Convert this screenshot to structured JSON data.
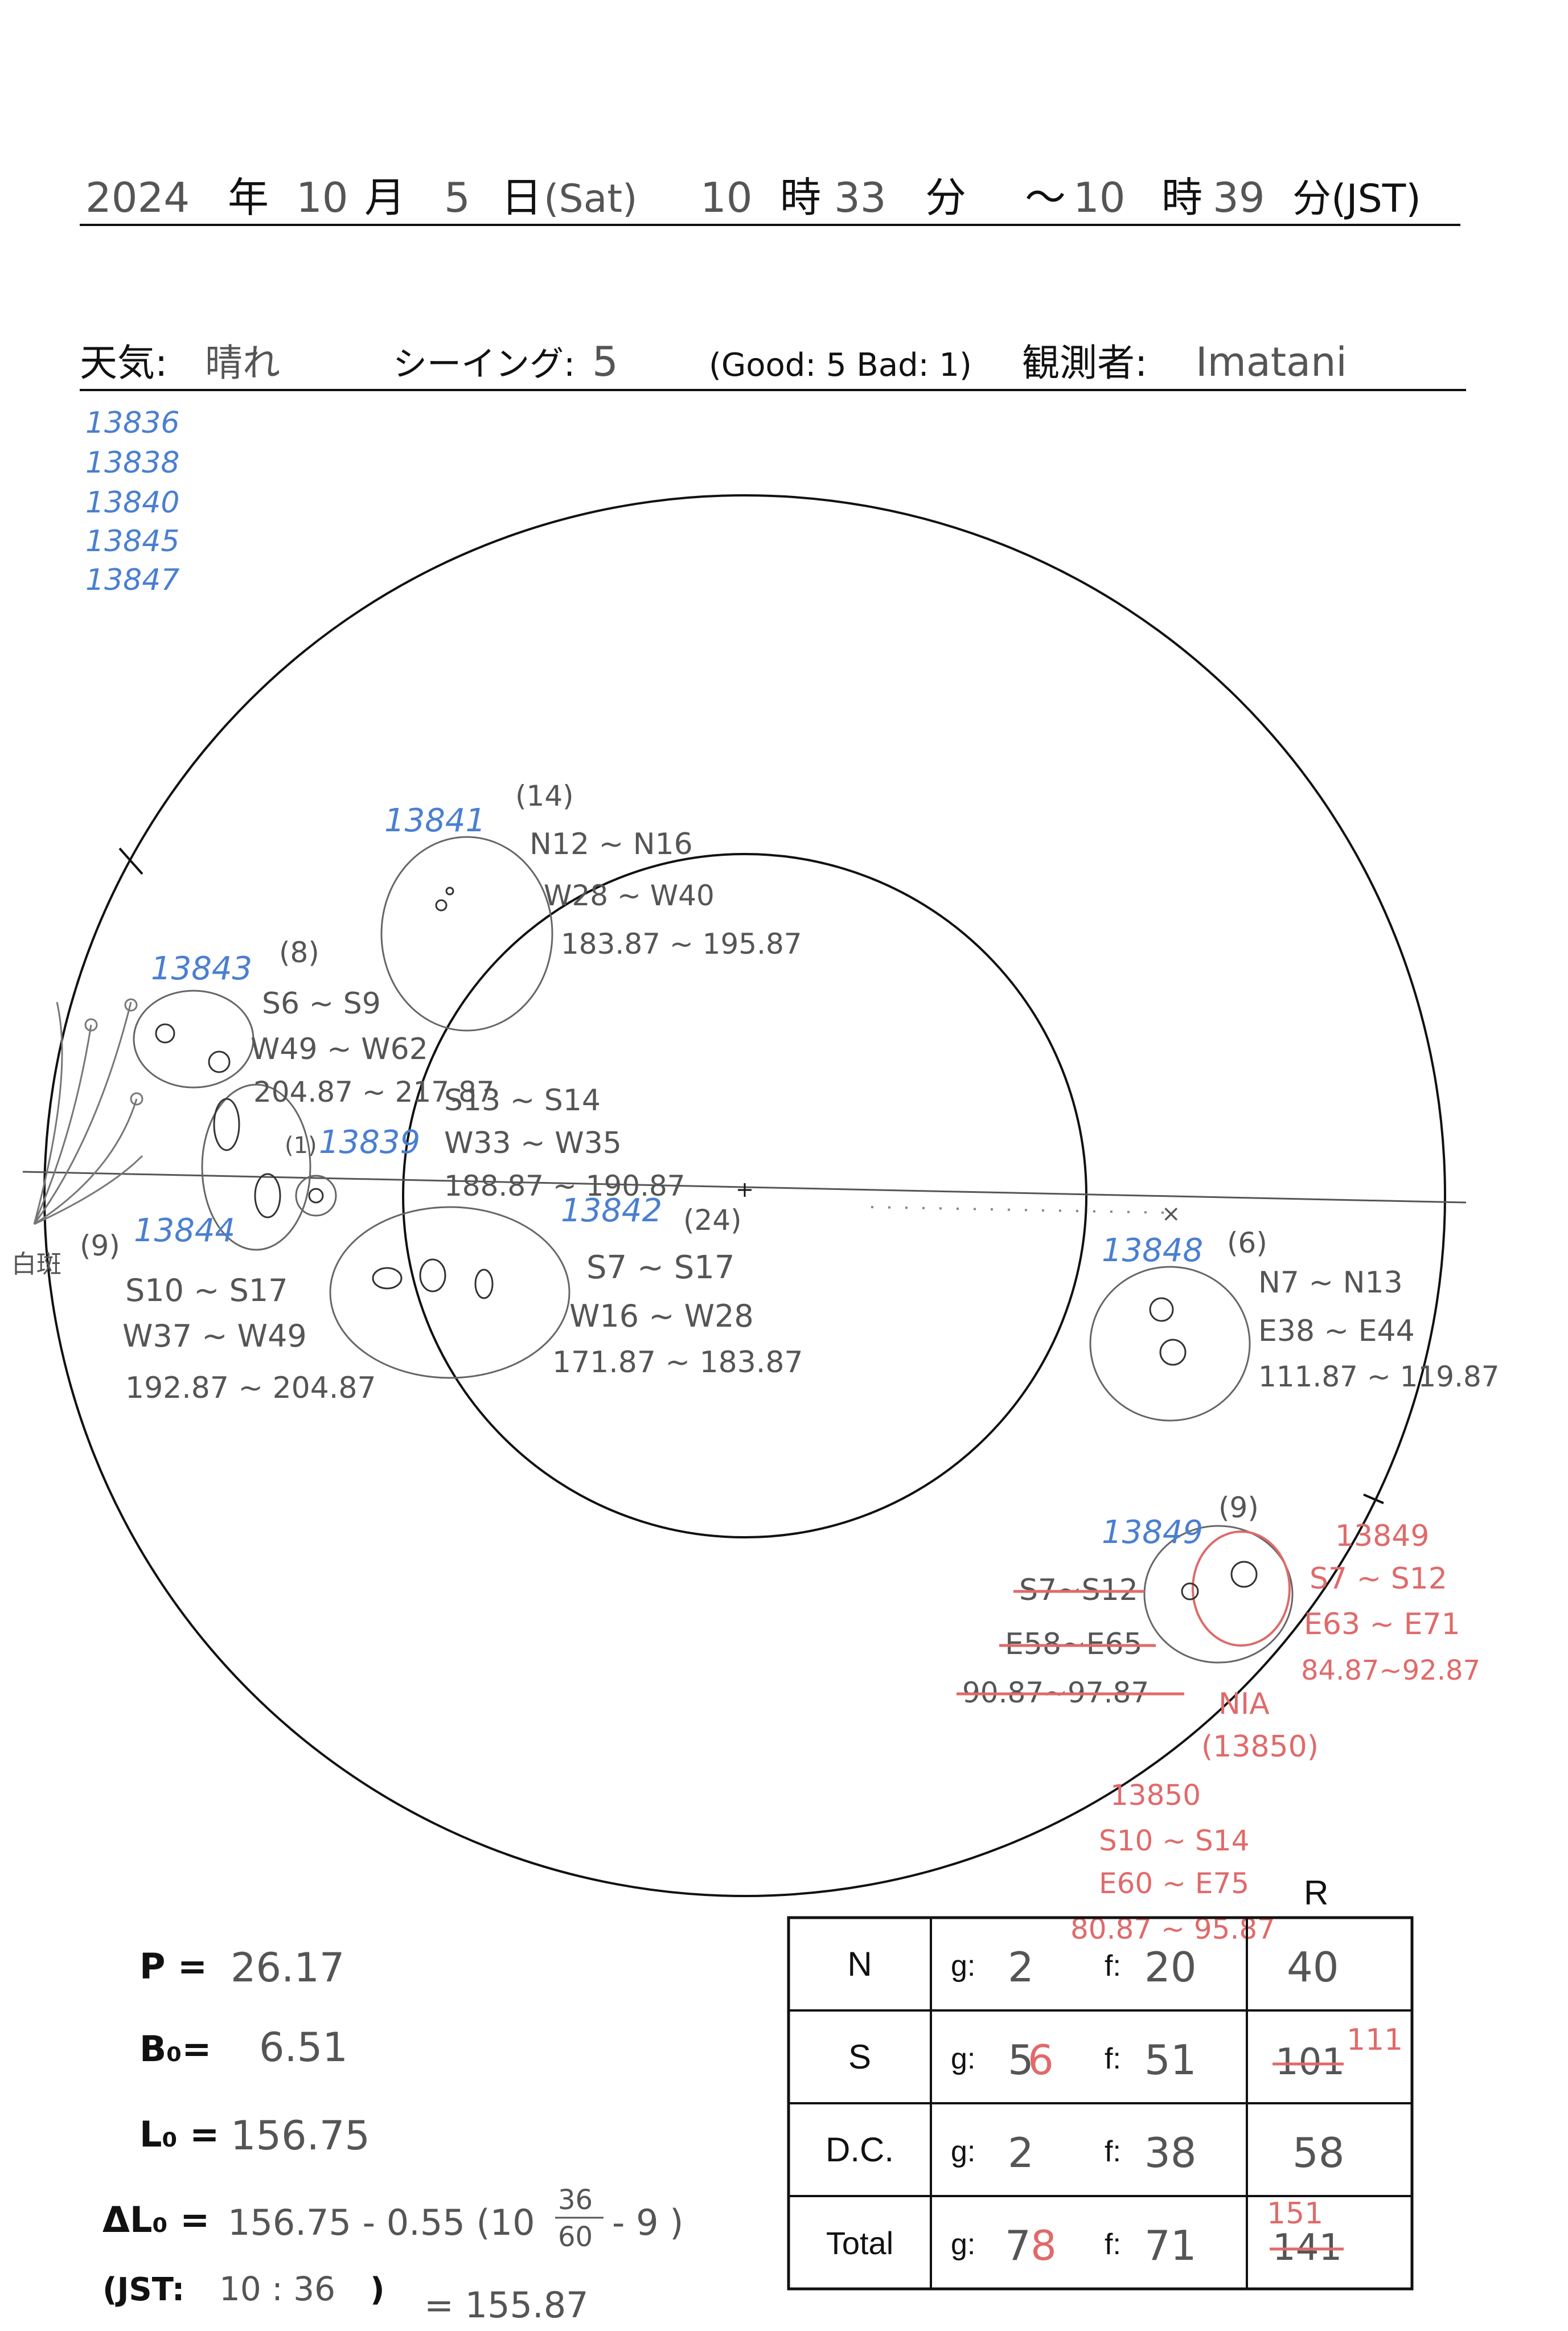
{
  "header": {
    "year": "2024",
    "year_unit": "年",
    "month": "10",
    "month_unit": "月",
    "day": "5",
    "day_unit": "日",
    "weekday": "(Sat)",
    "start_hour": "10",
    "hour_unit": "時",
    "start_min": "33",
    "min_unit": "分",
    "tilde": "～",
    "end_hour": "10",
    "end_hour_unit": "時",
    "end_min": "39",
    "end_min_unit": "分(JST)",
    "weather_label": "天気:",
    "weather_value": "晴れ",
    "seeing_label": "シーイング:",
    "seeing_value": "5",
    "seeing_scale": "(Good: 5  Bad: 1)",
    "observer_label": "観測者:",
    "observer_value": "Imatani"
  },
  "region_list": [
    "13836",
    "13838",
    "13840",
    "13845",
    "13847"
  ],
  "groups": [
    {
      "id": "13841",
      "count": "(14)",
      "lat": "N12 ~ N16",
      "lon": "W28 ~ W40",
      "carr": "183.87 ~ 195.87"
    },
    {
      "id": "13843",
      "count": "(8)",
      "lat": "S6 ~ S9",
      "lon": "W49 ~ W62",
      "carr": "204.87 ~ 217.87"
    },
    {
      "id": "13839",
      "count": "(1)",
      "lat": "S13 ~ S14",
      "lon": "W33 ~ W35",
      "carr": "188.87 ~ 190.87"
    },
    {
      "id": "13844",
      "count": "(9)",
      "lat": "S10 ~ S17",
      "lon": "W37 ~ W49",
      "carr": "192.87 ~ 204.87"
    },
    {
      "id": "13842",
      "count": "(24)",
      "lat": "S7 ~ S17",
      "lon": "W16 ~ W28",
      "carr": "171.87 ~ 183.87"
    },
    {
      "id": "13848",
      "count": "(6)",
      "lat": "N7 ~ N13",
      "lon": "E38 ~ E44",
      "carr": "111.87 ~ 119.87"
    },
    {
      "id": "13849",
      "count": "(9)",
      "lat": "S7~S12",
      "lon": "E58~E65",
      "carr": "90.87~97.87"
    }
  ],
  "red_notes": {
    "n13849": {
      "id": "13849",
      "lat": "S7 ~ S12",
      "lon": "E63 ~ E71",
      "carr": "84.87~92.87"
    },
    "nia_line1": "NIA",
    "nia_line2": "(13850)",
    "n13850": {
      "id": "13850",
      "lat": "S10 ~ S14",
      "lon": "E60 ~ E75",
      "carr": "80.87 ~ 95.87"
    }
  },
  "limb_note": "白斑",
  "params": {
    "p_label": "P =",
    "p_value": "26.17",
    "b_label": "B₀=",
    "b_value": "6.51",
    "l_label": "L₀ =",
    "l_value": "156.75",
    "dl_label": "ΔL₀ =",
    "dl_expr_a": "156.75 - 0.55 (10",
    "dl_frac_num": "36",
    "dl_frac_den": "60",
    "dl_expr_b": "- 9 )",
    "jst_label": "(JST:",
    "jst_value": "10 : 36",
    "jst_close": ")",
    "dl_result": "= 155.87"
  },
  "table": {
    "r_header": "R",
    "rows": [
      {
        "label": "N",
        "g_label": "g:",
        "g": "2",
        "f_label": "f:",
        "f": "20",
        "r": "40",
        "g_fix": "",
        "r_fix": ""
      },
      {
        "label": "S",
        "g_label": "g:",
        "g": "5",
        "f_label": "f:",
        "f": "51",
        "r": "101",
        "g_fix": "6",
        "r_fix": "111"
      },
      {
        "label": "D.C.",
        "g_label": "g:",
        "g": "2",
        "f_label": "f:",
        "f": "38",
        "r": "58",
        "g_fix": "",
        "r_fix": ""
      },
      {
        "label": "Total",
        "g_label": "g:",
        "g": "7",
        "f_label": "f:",
        "f": "71",
        "r": "141",
        "g_fix": "8",
        "r_fix": "151"
      }
    ]
  },
  "colors": {
    "ink": "#111111",
    "pencil": "#555555",
    "blue": "#4a7fd0",
    "red": "#e06a6a"
  }
}
